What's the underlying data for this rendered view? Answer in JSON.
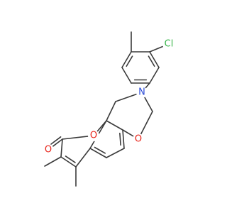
{
  "molecule": {
    "colors": {
      "bond": "#3a3a3a",
      "oxygen": "#e8241a",
      "nitrogen": "#2b4ad6",
      "chlorine": "#39b54a",
      "background": "#ffffff"
    },
    "atom_labels": {
      "chlorine": "Cl",
      "nitrogen": "N",
      "ring_oxygen_oxazine": "O",
      "ring_oxygen_pyranone": "O",
      "carbonyl_oxygen": "O"
    }
  }
}
